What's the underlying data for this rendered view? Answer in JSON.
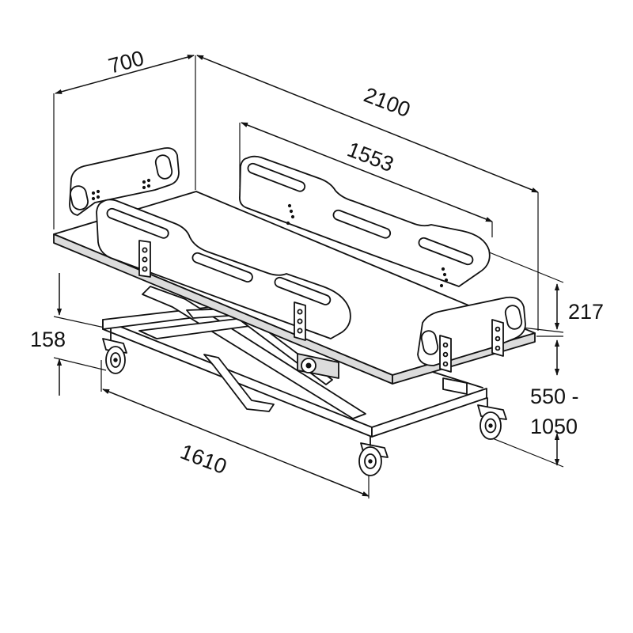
{
  "dimensions": {
    "width": "700",
    "length": "2100",
    "side_rail_length": "1553",
    "rail_height": "217",
    "frame_height": "158",
    "height_range_line1": "550 -",
    "height_range_line2": "1050",
    "base_length": "1610"
  },
  "colors": {
    "line": "#111111",
    "background": "#ffffff",
    "shade": "#dcdcdc"
  }
}
